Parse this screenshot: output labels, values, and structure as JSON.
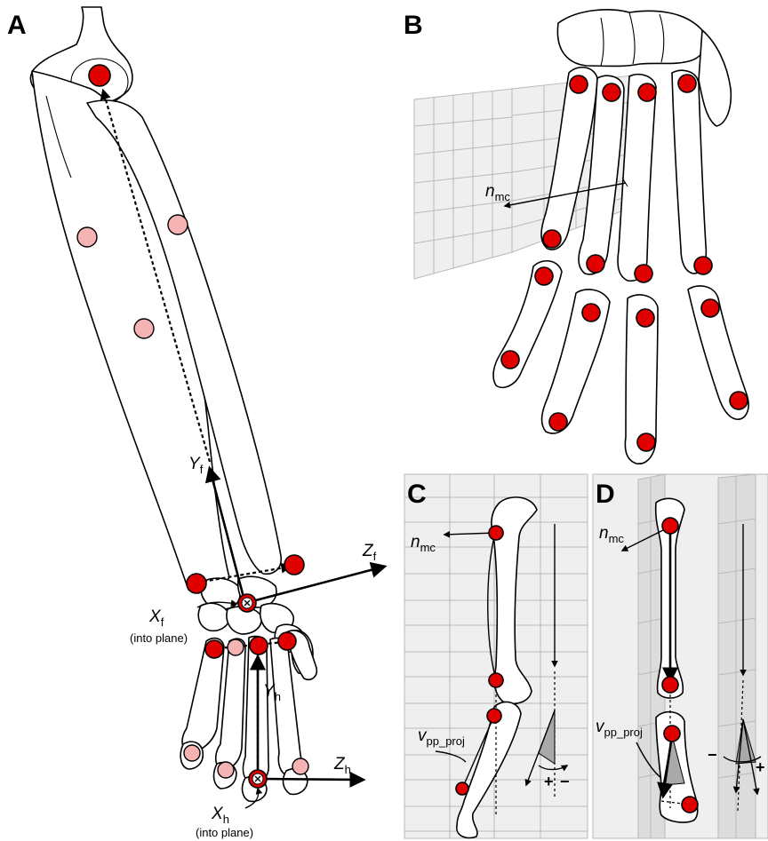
{
  "panels": {
    "a": "A",
    "b": "B",
    "c": "C",
    "d": "D"
  },
  "labels": {
    "yf_main": "Y",
    "yf_sub": "f",
    "zf_main": "Z",
    "zf_sub": "f",
    "xf_main": "X",
    "xf_sub": "f",
    "xf_note": "(into plane)",
    "yh_main": "Y",
    "yh_sub": "h",
    "zh_main": "Z",
    "zh_sub": "h",
    "xh_main": "X",
    "xh_sub": "h",
    "xh_note": "(into plane)",
    "nmc_main": "n",
    "nmc_sub": "mc",
    "vpp_main": "v",
    "vpp_sub": "pp_proj",
    "plus": "+",
    "minus": "−"
  },
  "colors": {
    "marker_red": "#e10000",
    "marker_pink": "#f6b3b3",
    "grid_background": "#efefef",
    "grid_line": "#b9b9b9",
    "shaded_angle": "#a9a9a9"
  }
}
